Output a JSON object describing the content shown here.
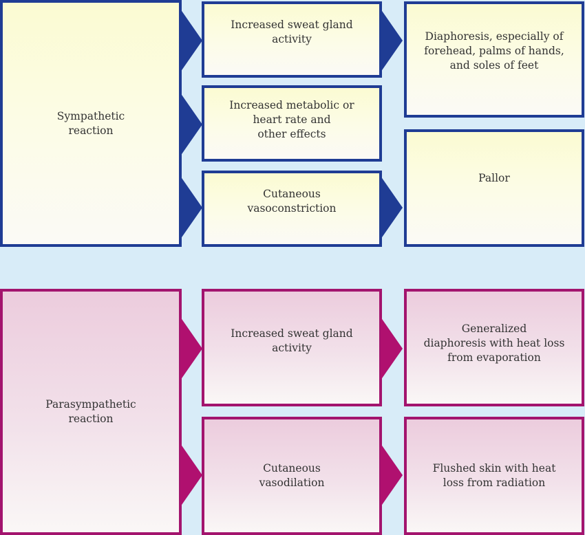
{
  "colors": {
    "background": "#d8ecf8",
    "sympathetic_border": "#1f3c94",
    "parasympathetic_border": "#a3146e"
  },
  "sympathetic": {
    "source": "Sympathetic\nreaction",
    "effects": [
      "Increased sweat gland\nactivity",
      "Increased metabolic or\nheart rate and\nother effects",
      "Cutaneous\nvasoconstriction"
    ],
    "outcomes": [
      "Diaphoresis, especially of\nforehead, palms of hands,\nand soles of feet",
      "Pallor"
    ]
  },
  "parasympathetic": {
    "source": "Parasympathetic\nreaction",
    "effects": [
      "Increased sweat gland\nactivity",
      "Cutaneous\nvasodilation"
    ],
    "outcomes": [
      "Generalized\ndiaphoresis with heat loss\nfrom evaporation",
      "Flushed skin with heat\nloss from radiation"
    ]
  }
}
